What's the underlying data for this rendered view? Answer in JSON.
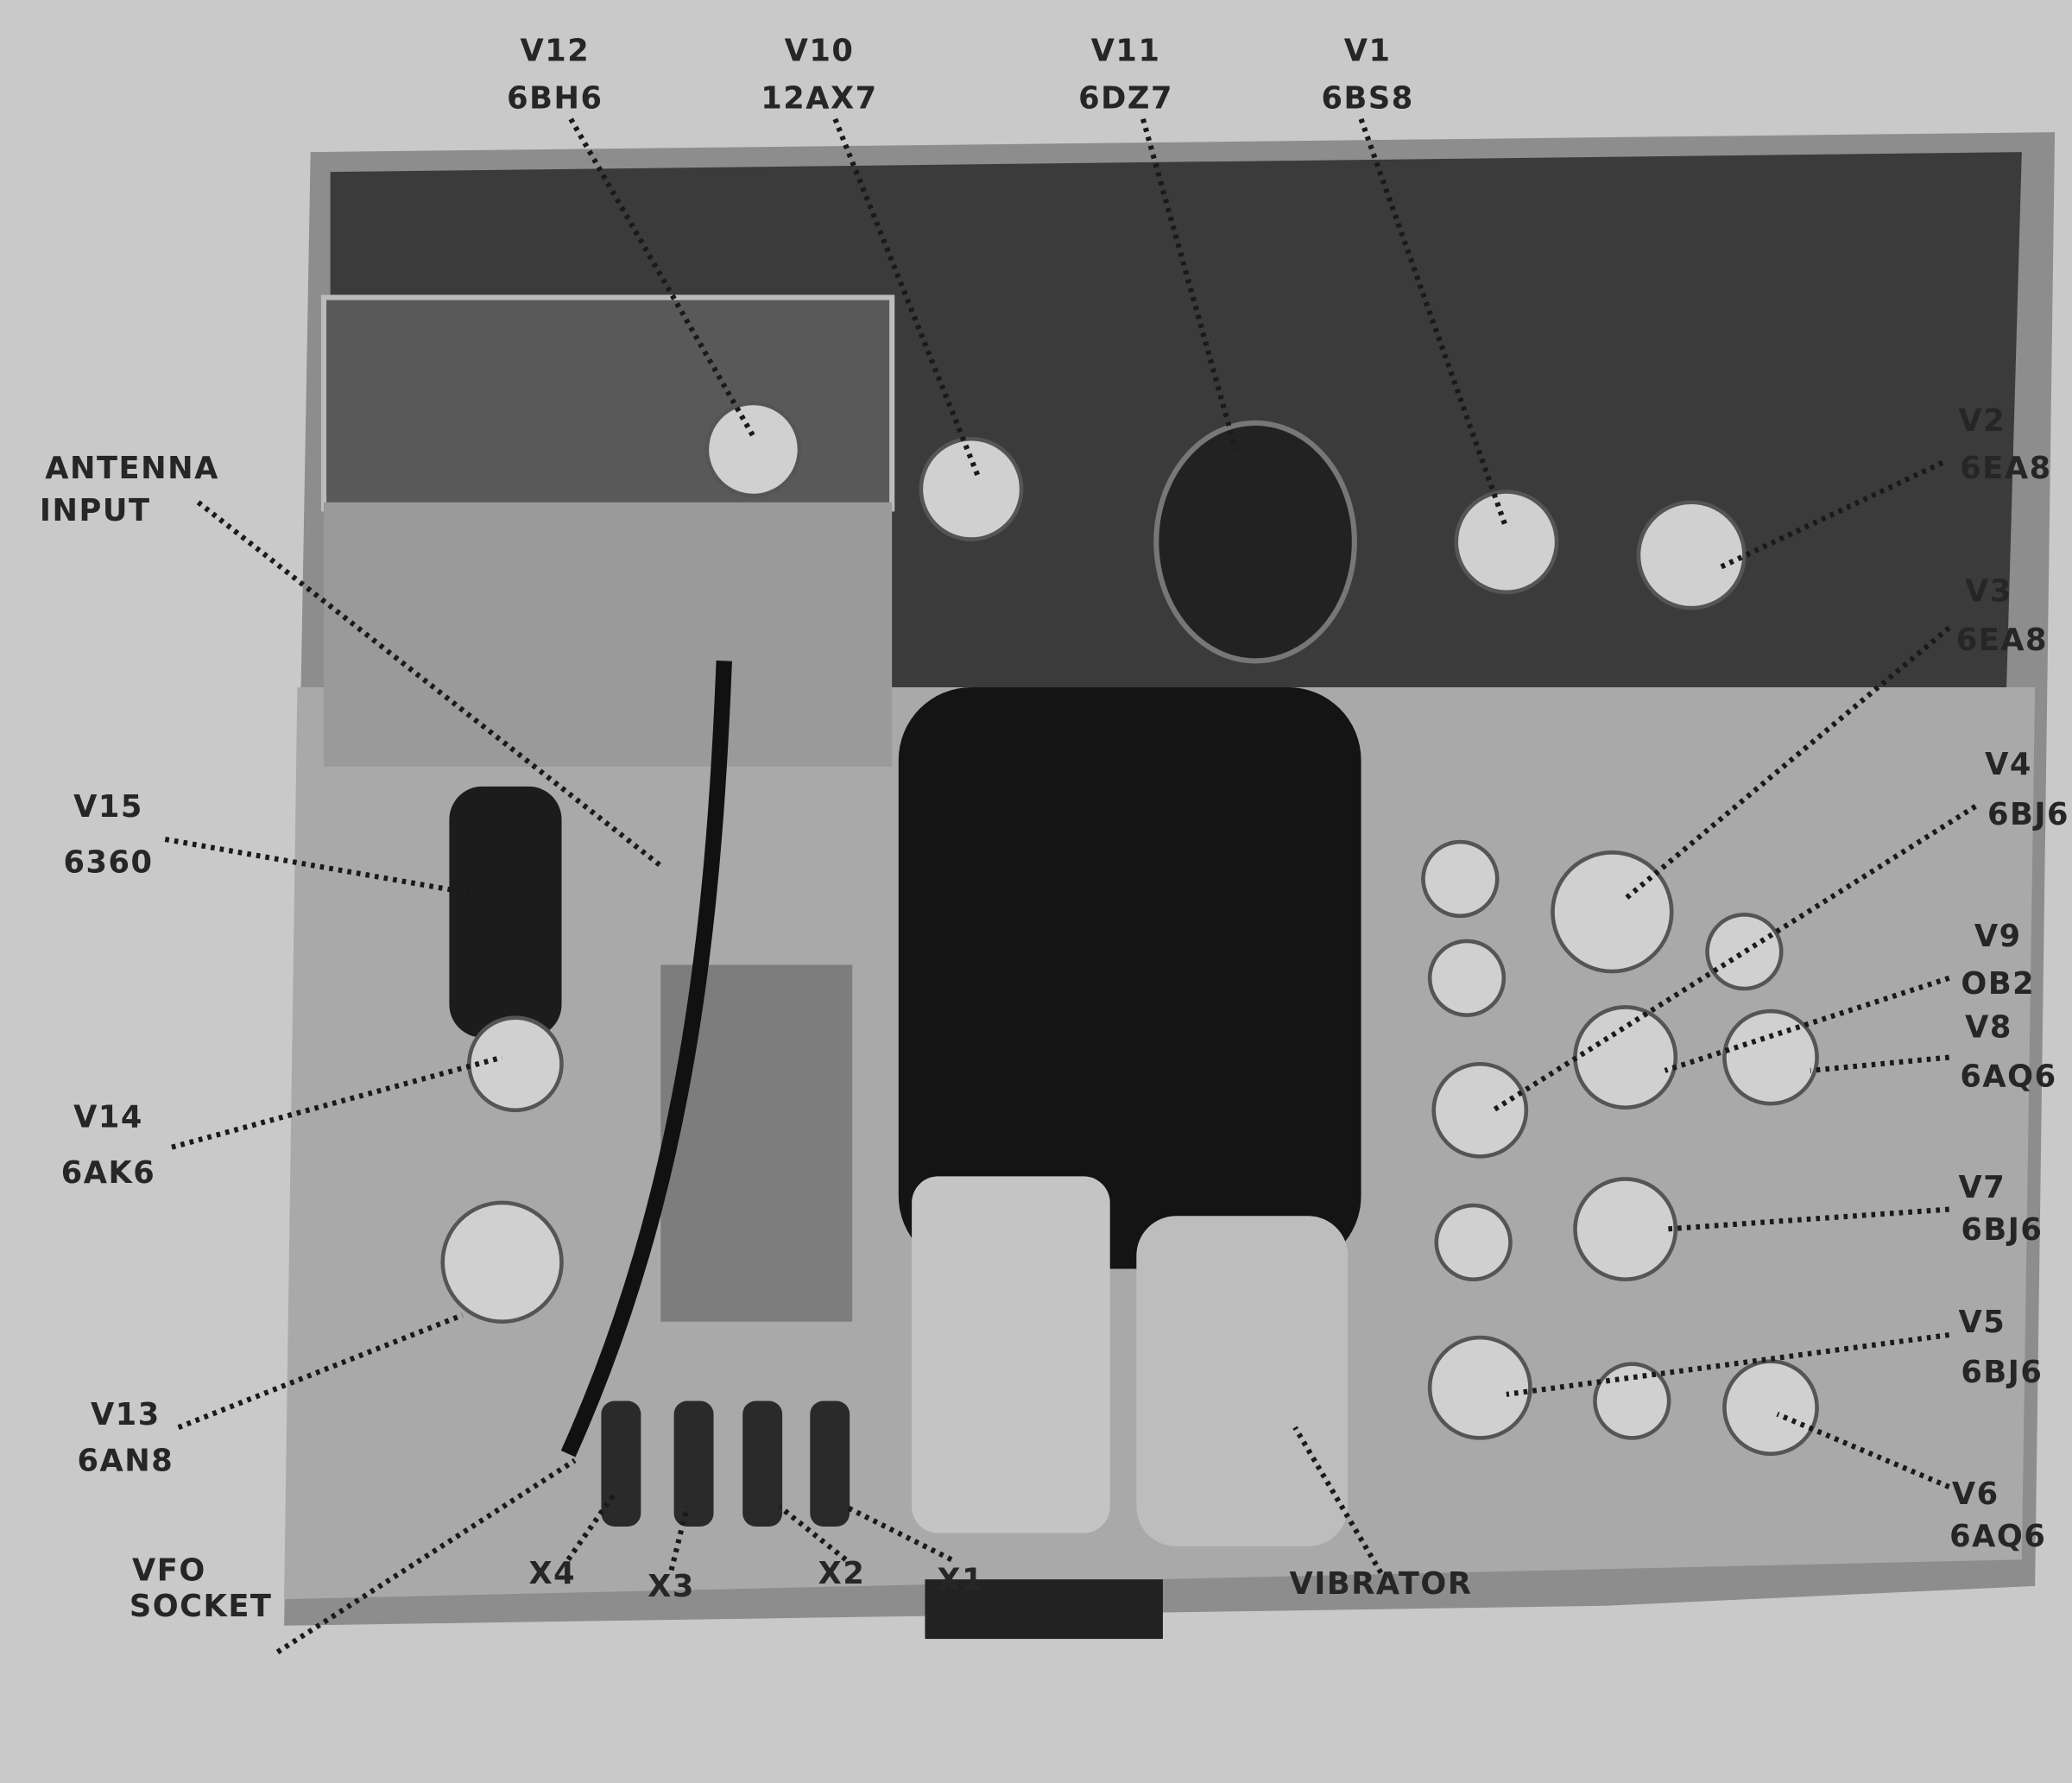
{
  "labels": {
    "v12": {
      "ref": "V12",
      "type": "6BH6"
    },
    "v10": {
      "ref": "V10",
      "type": "12AX7"
    },
    "v11": {
      "ref": "V11",
      "type": "6DZ7"
    },
    "v1": {
      "ref": "V1",
      "type": "6BS8"
    },
    "antenna": {
      "line1": "ANTENNA",
      "line2": "INPUT"
    },
    "v2": {
      "ref": "V2",
      "type": "6EA8"
    },
    "v3": {
      "ref": "V3",
      "type": "6EA8"
    },
    "v4": {
      "ref": "V4",
      "type": "6BJ6"
    },
    "v9": {
      "ref": "V9",
      "type": "OB2"
    },
    "v8": {
      "ref": "V8",
      "type": "6AQ6"
    },
    "v7": {
      "ref": "V7",
      "type": "6BJ6"
    },
    "v5": {
      "ref": "V5",
      "type": "6BJ6"
    },
    "v6": {
      "ref": "V6",
      "type": "6AQ6"
    },
    "v15": {
      "ref": "V15",
      "type": "6360"
    },
    "v14": {
      "ref": "V14",
      "type": "6AK6"
    },
    "v13": {
      "ref": "V13",
      "type": "6AN8"
    },
    "vfo": {
      "line1": "VFO",
      "line2": "SOCKET"
    },
    "x4": "X4",
    "x3": "X3",
    "x2": "X2",
    "x1": "X1",
    "vibrator": "VIBRATOR"
  }
}
